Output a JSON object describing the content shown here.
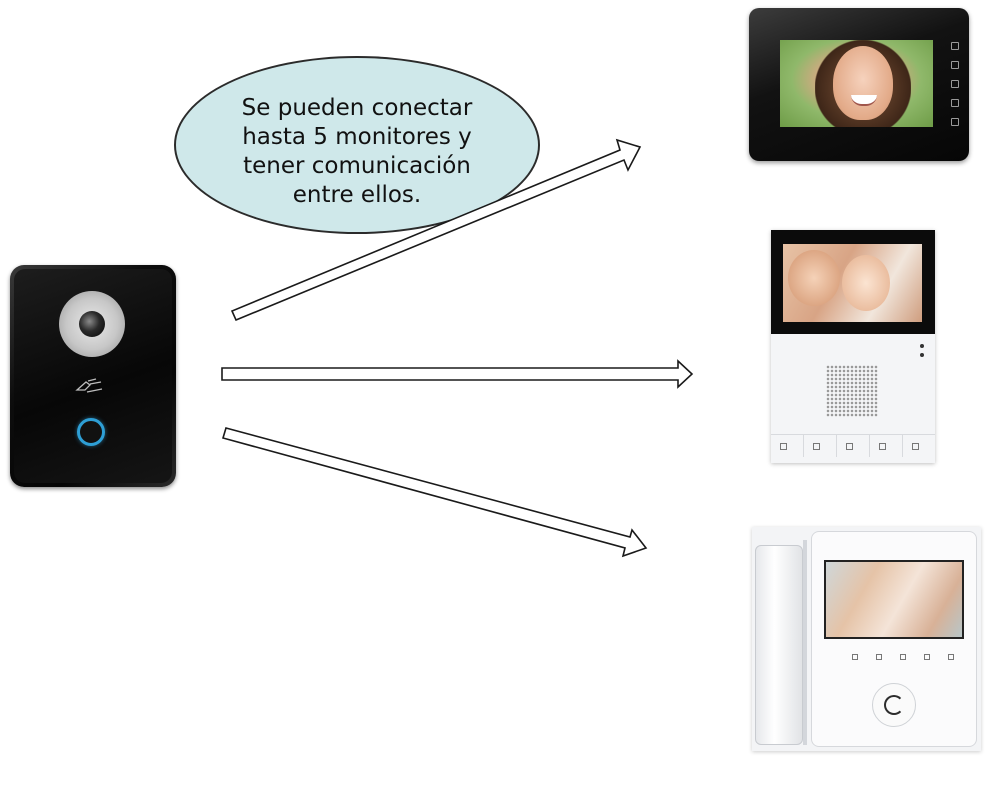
{
  "bubble": {
    "lines": [
      "Se pueden conectar",
      "hasta 5 monitores y",
      "tener comunicación",
      "entre ellos."
    ],
    "fill": "#cfe8ea"
  },
  "nodes": {
    "door_station": "door-station",
    "monitors": [
      "monitor-black-tablet",
      "monitor-white-speaker",
      "monitor-white-handset"
    ]
  },
  "colors": {
    "call_ring": "#2e9fd6",
    "arrow_stroke": "#1a1a1a"
  },
  "icons": {
    "rfid": "rfid-card-icon",
    "call": "call-button-icon"
  }
}
